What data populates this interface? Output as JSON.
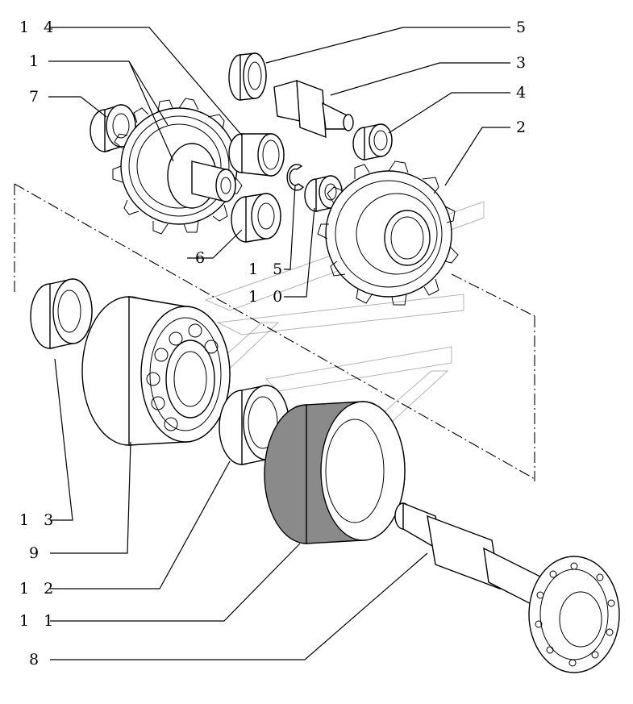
{
  "labels": {
    "l14": "1 4",
    "l1": "1",
    "l7": "7",
    "l6": "6",
    "l15": "1 5",
    "l10": "1 0",
    "l5": "5",
    "l3": "3",
    "l4": "4",
    "l2": "2",
    "l13": "1 3",
    "l9": "9",
    "l12": "1 2",
    "l11": "1 1",
    "l8": "8"
  },
  "colors": {
    "ink": "#000000",
    "background": "#ffffff",
    "seal_fill": "#8a8a8a"
  }
}
